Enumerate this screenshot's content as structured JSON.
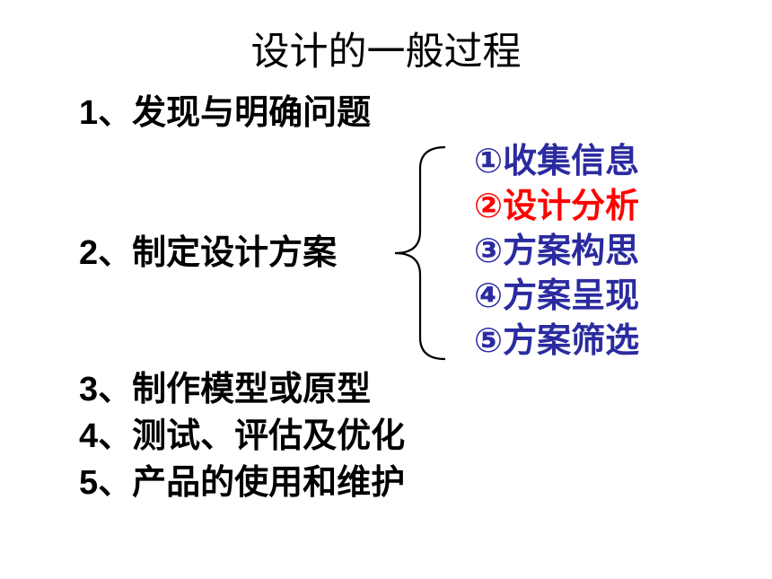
{
  "title": "设计的一般过程",
  "steps": [
    {
      "num": "1",
      "text": "、发现与明确问题"
    },
    {
      "num": "2",
      "text": "、制定设计方案"
    },
    {
      "num": "3",
      "text": "、制作模型或原型"
    },
    {
      "num": "4",
      "text": "、测试、评估及优化"
    },
    {
      "num": "5",
      "text": "、产品的使用和维护"
    }
  ],
  "substeps": [
    {
      "text": "①收集信息",
      "color": "#2b2ba0"
    },
    {
      "text": "②设计分析",
      "color": "#ff0000"
    },
    {
      "text": "③方案构思",
      "color": "#2b2ba0"
    },
    {
      "text": "④方案呈现",
      "color": "#2b2ba0"
    },
    {
      "text": "⑤方案筛选",
      "color": "#2b2ba0"
    }
  ],
  "colors": {
    "background": "#ffffff",
    "text": "#000000",
    "substep_default": "#2b2ba0",
    "substep_highlight": "#ff0000"
  }
}
